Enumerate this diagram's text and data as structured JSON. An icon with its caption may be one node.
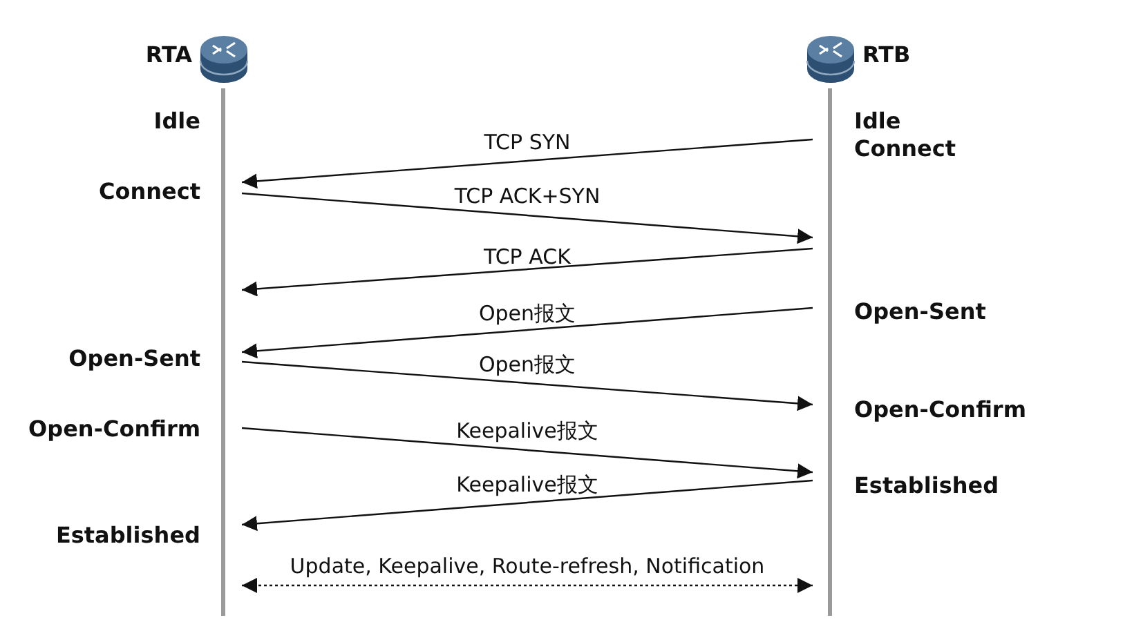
{
  "diagram": {
    "nodes": [
      {
        "text": [
          "RTA"
        ],
        "beside": [
          "Idle",
          "Connect",
          "Open-Sent",
          "Open-Confirm",
          "Established"
        ]
      },
      {
        "text": [
          "RTB"
        ],
        "beside": [
          "Idle",
          "Connect",
          "Open-Sent",
          "Open-Confirm",
          "Established"
        ]
      }
    ],
    "edges": [
      {
        "from": 1,
        "to": 0,
        "arrow": "to",
        "label": "TCP SYN"
      },
      {
        "from": 0,
        "to": 1,
        "arrow": "to",
        "label": "TCP ACK+SYN"
      },
      {
        "from": 1,
        "to": 0,
        "arrow": "to",
        "label": "TCP ACK"
      },
      {
        "from": 1,
        "to": 0,
        "arrow": "to",
        "label": "Open报文"
      },
      {
        "from": 0,
        "to": 1,
        "arrow": "to",
        "label": "Open报文"
      },
      {
        "from": 0,
        "to": 1,
        "arrow": "to",
        "label": "Keepalive报文"
      },
      {
        "from": 1,
        "to": 0,
        "arrow": "to",
        "label": "Keepalive报文"
      },
      {
        "from": 0,
        "to": 1,
        "arrow": "both",
        "label": "Update, Keepalive, Route-refresh, Notification",
        "style": "dashed"
      }
    ]
  }
}
